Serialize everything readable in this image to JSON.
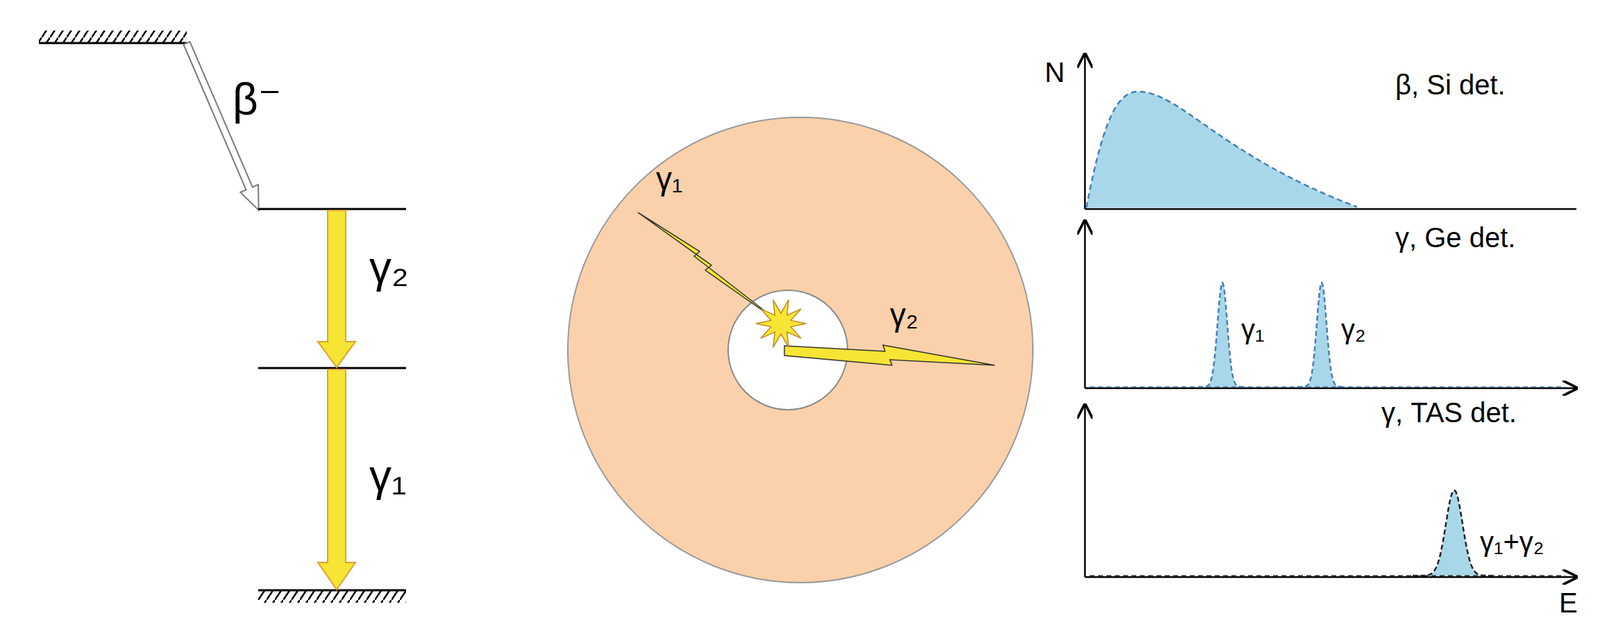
{
  "diagram": {
    "labels": [
      "β⁻",
      "γ₂",
      "γ₁",
      "γ₁",
      "γ₂",
      "N",
      "β, Si det.",
      "γ, Ge det.",
      "γ₁",
      "γ₂",
      "γ, TAS det.",
      "γ₁+γ₂",
      "E"
    ]
  }
}
